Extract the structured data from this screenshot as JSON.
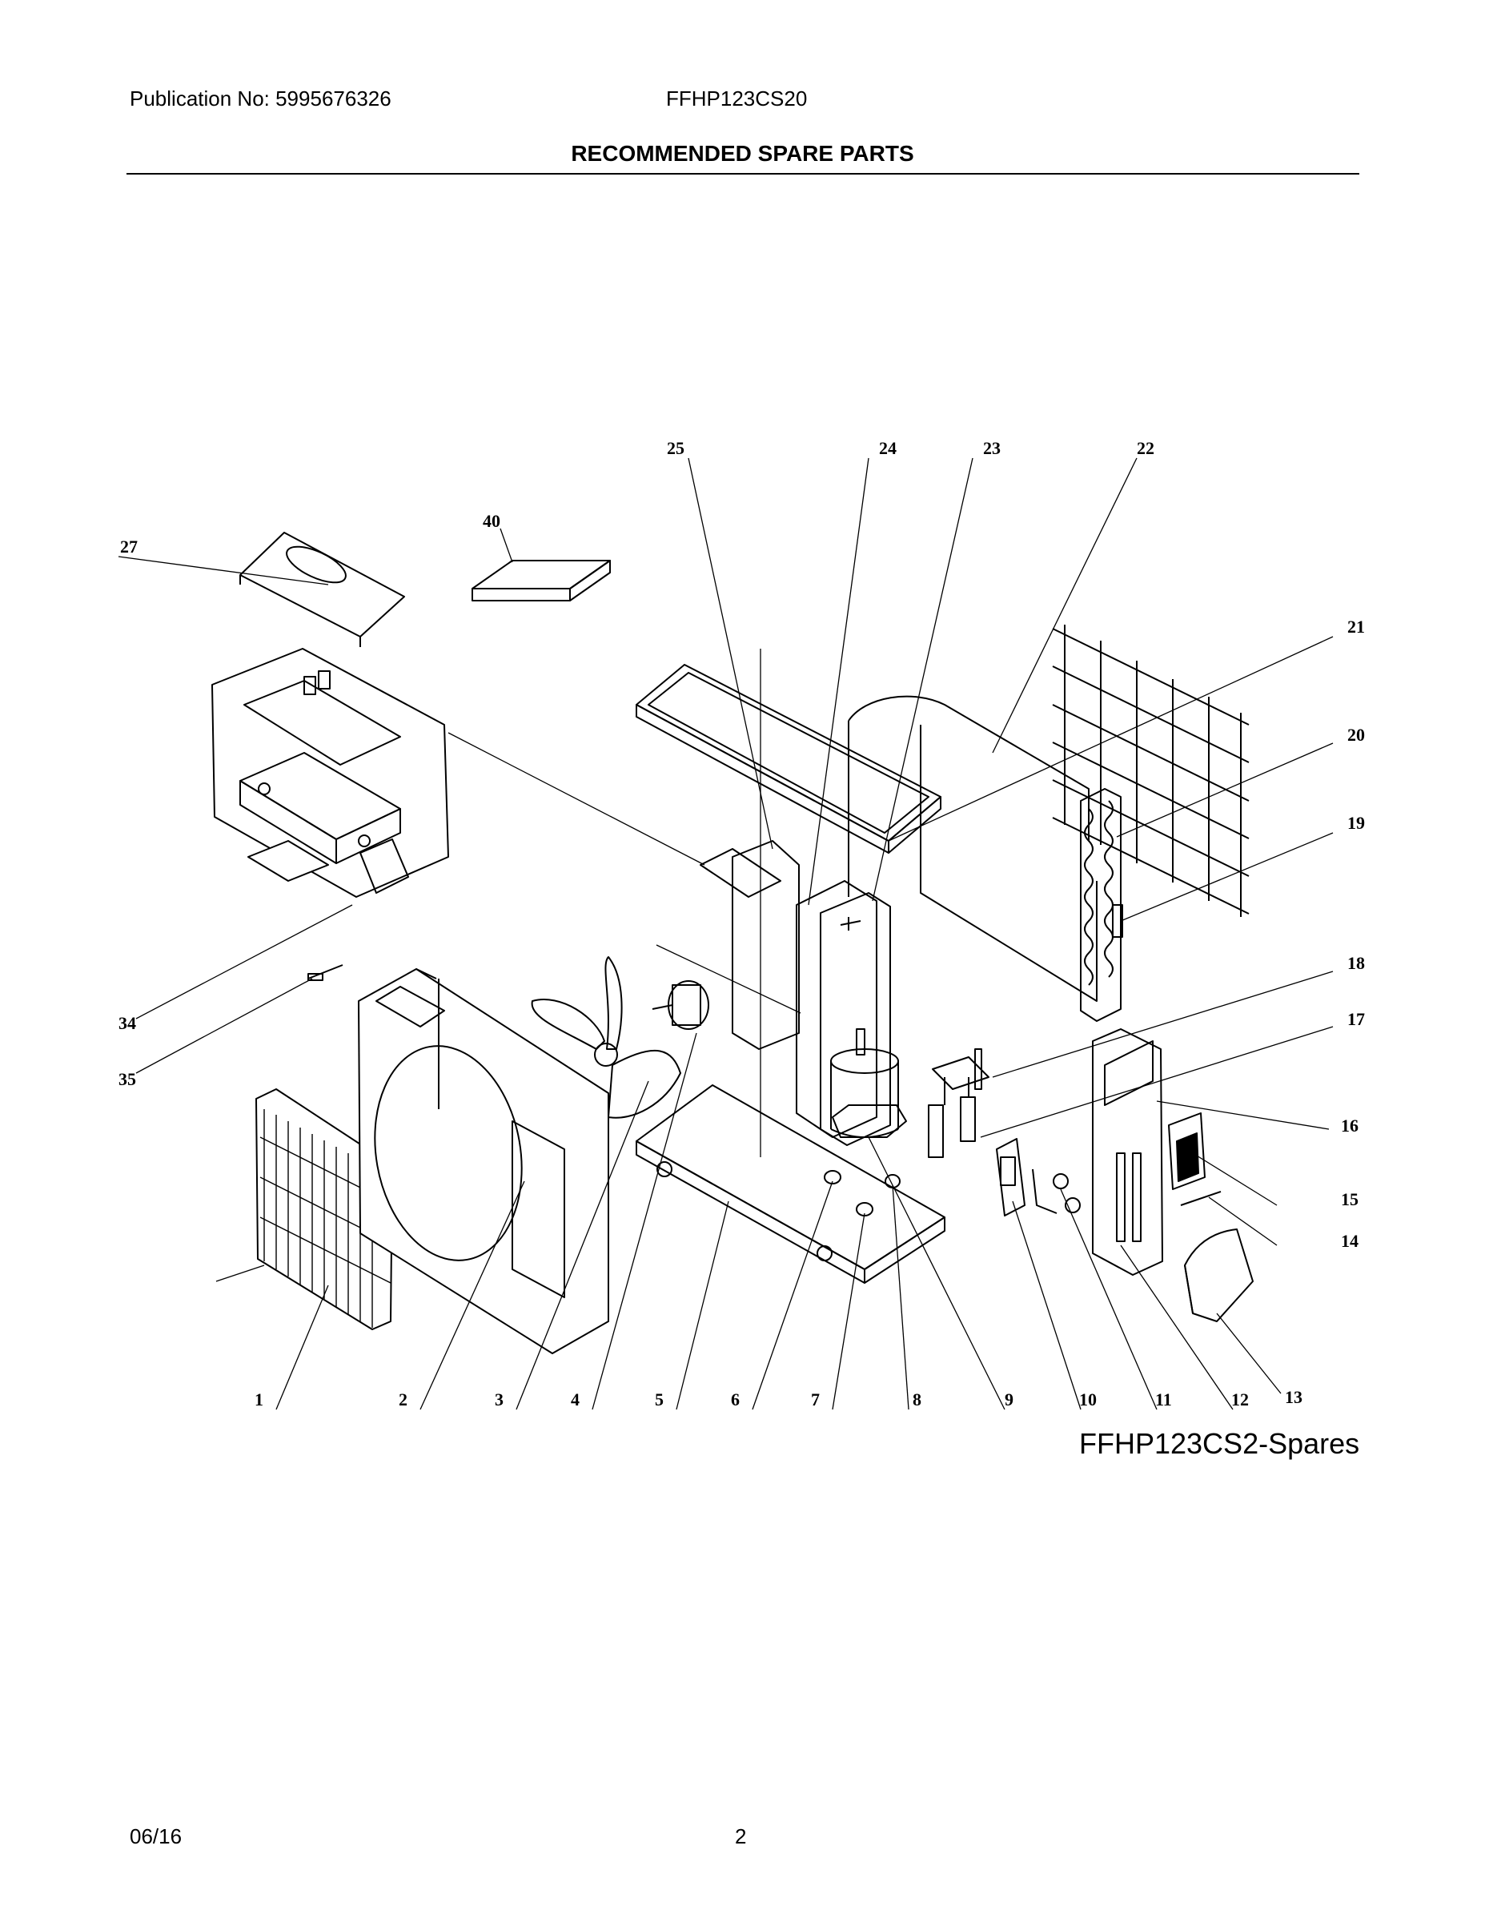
{
  "header": {
    "publication": "Publication No: 5995676326",
    "model": "FFHP123CS20",
    "title": "RECOMMENDED SPARE PARTS"
  },
  "diagram": {
    "callouts": [
      "1",
      "2",
      "3",
      "4",
      "5",
      "6",
      "7",
      "8",
      "9",
      "10",
      "11",
      "12",
      "13",
      "14",
      "15",
      "16",
      "17",
      "18",
      "19",
      "20",
      "21",
      "22",
      "23",
      "24",
      "25",
      "27",
      "34",
      "35",
      "40"
    ],
    "caption": "FFHP123CS2-Spares"
  },
  "footer": {
    "date": "06/16",
    "page": "2"
  }
}
